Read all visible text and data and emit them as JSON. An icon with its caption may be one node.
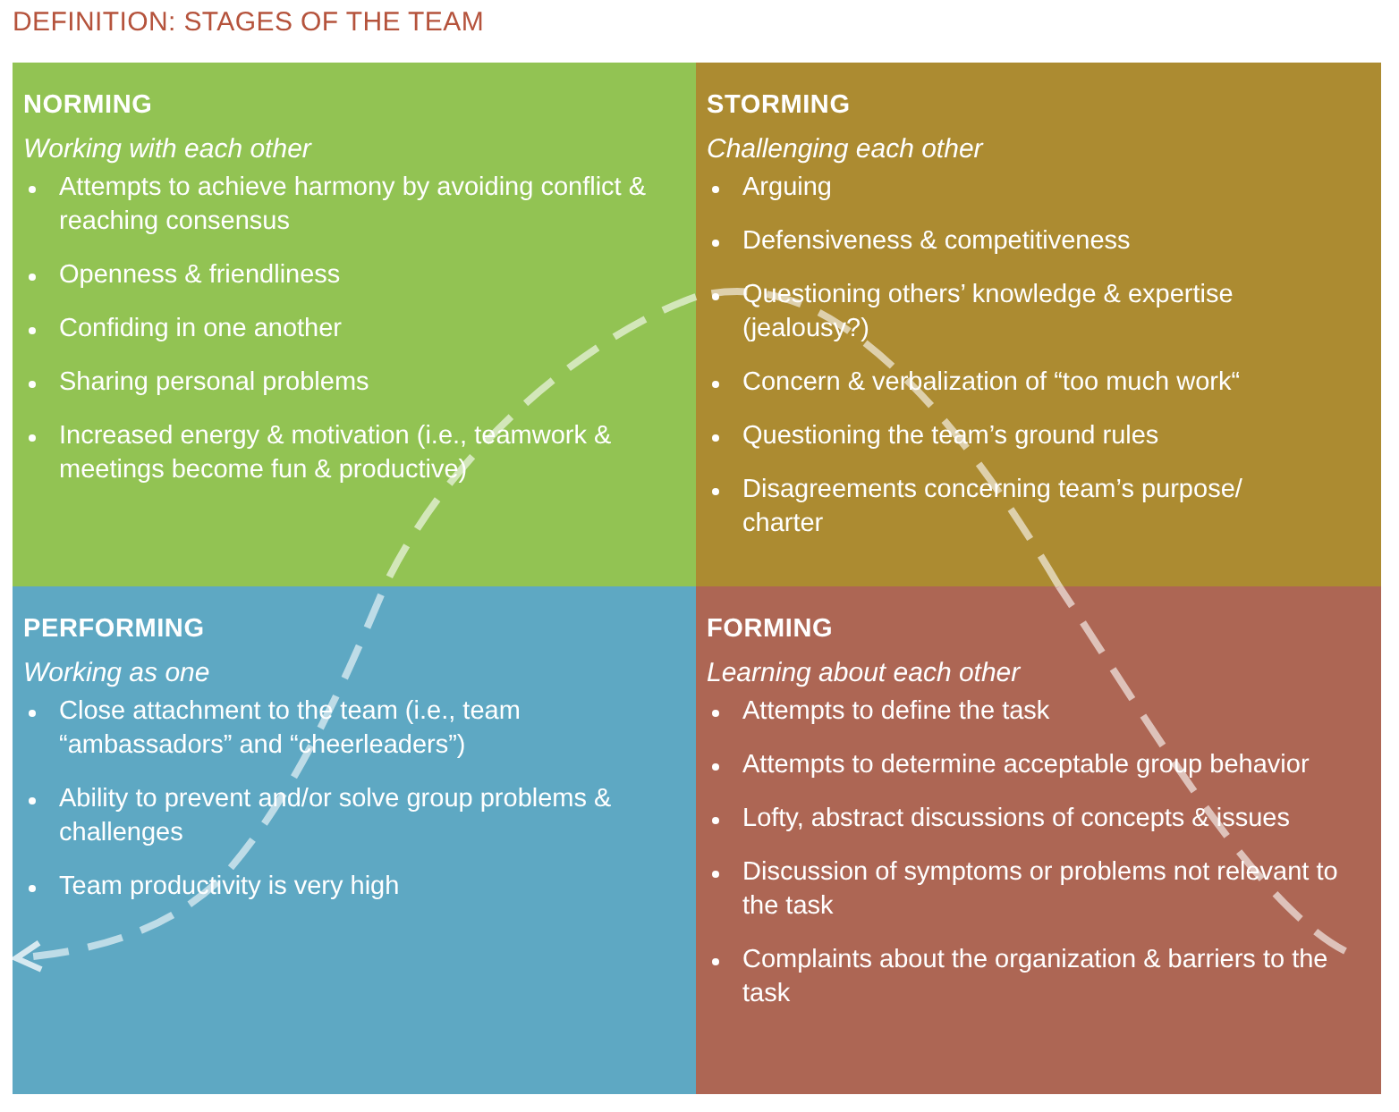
{
  "diagram": {
    "title": "DEFINITION: STAGES OF THE TEAM",
    "nodes": [
      {
        "text": [
          "NORMING",
          "Working with each other",
          "Attempts to achieve harmony by avoiding conflict & reaching consensus",
          "Openness & friendliness",
          "Confiding in one another",
          "Sharing personal problems",
          "Increased energy & motivation (i.e., teamwork & meetings become fun & productive)"
        ]
      },
      {
        "text": [
          "STORMING",
          "Challenging each other",
          "Arguing",
          "Defensiveness & competitiveness",
          "Questioning others’ knowledge & expertise (jealousy?)",
          "Concern & verbalization of “too much work“",
          "Questioning the team’s ground rules",
          "Disagreements concerning team’s purpose/ charter"
        ]
      },
      {
        "text": [
          "PERFORMING",
          "Working as one",
          "Close attachment to the team (i.e., team “ambassadors” and “cheerleaders”)",
          "Ability to prevent and/or solve group problems & challenges",
          "Team productivity is very high"
        ]
      },
      {
        "text": [
          "FORMING",
          "Learning about each other",
          "Attempts to define the task",
          "Attempts to determine acceptable group behavior",
          "Lofty, abstract discussions of concepts & issues",
          "Discussion of symptoms or problems not relevant to the task",
          "Complaints about the organization & barriers to the task"
        ]
      }
    ],
    "edges": [
      {
        "from": 3,
        "to": 1,
        "arrow": "none",
        "style": "dashed"
      },
      {
        "from": 1,
        "to": 0,
        "arrow": "none",
        "style": "dashed"
      },
      {
        "from": 0,
        "to": 2,
        "arrow": "to",
        "style": "dashed"
      }
    ]
  }
}
